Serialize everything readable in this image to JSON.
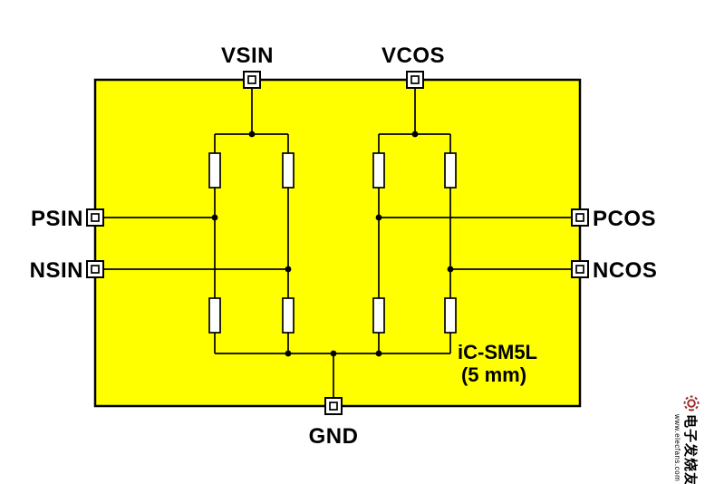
{
  "diagram": {
    "chip_name": "iC-SM5L",
    "chip_size": "(5 mm)",
    "pins": {
      "vsin": "VSIN",
      "vcos": "VCOS",
      "psin": "PSIN",
      "nsin": "NSIN",
      "pcos": "PCOS",
      "ncos": "NCOS",
      "gnd": "GND"
    }
  },
  "watermark": {
    "brand": "电子发烧友",
    "url": "www.elecfans.com"
  },
  "colors": {
    "chip_fill": "#FFFF00",
    "line": "#000000",
    "watermark": "#A03030"
  }
}
